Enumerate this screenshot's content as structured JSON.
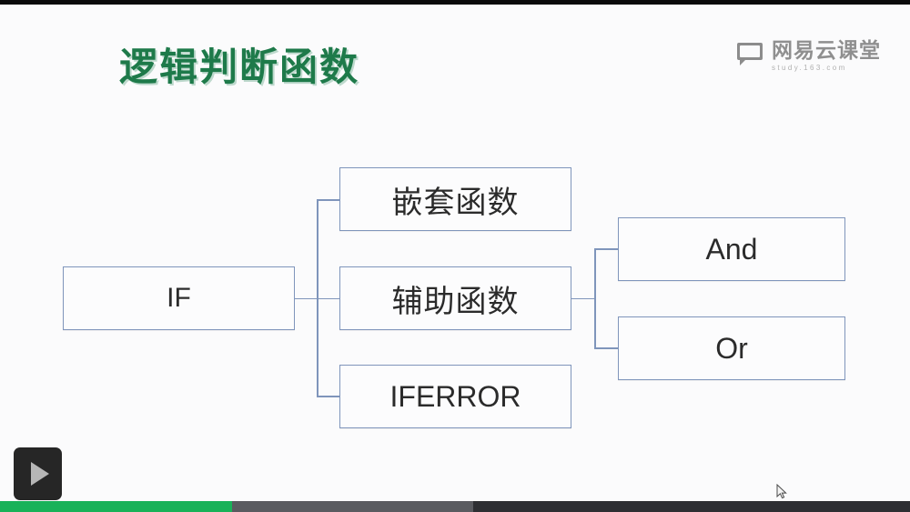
{
  "slide": {
    "title": "逻辑判断函数",
    "title_color": "#1e7a4a",
    "background_color": "#fbfbfc"
  },
  "brand": {
    "mark_icon": "screen-logo-icon",
    "name_cn": "网易云课堂",
    "name_en": "study.163.com",
    "color": "#8f8f8f"
  },
  "diagram": {
    "node_border_color": "#7f95bb",
    "node_fill_color": "#fcfcfd",
    "connector_color": "#7f95bb",
    "root": {
      "label": "IF",
      "script": "latin"
    },
    "branches": [
      {
        "label": "嵌套函数",
        "script": "cjk"
      },
      {
        "label": "辅助函数",
        "script": "cjk"
      },
      {
        "label": "IFERROR",
        "script": "latin"
      }
    ],
    "subbranches": [
      {
        "label": "And",
        "script": "latin"
      },
      {
        "label": "Or",
        "script": "latin"
      }
    ]
  },
  "player": {
    "play_button_label": "play-icon",
    "progress": {
      "played_percent": 25.5,
      "buffered_percent": 52,
      "played_color": "#19b259",
      "buffered_color": "#5a5b60",
      "track_color": "#2e2f33"
    },
    "cursor_icon": "mouse-pointer-icon"
  }
}
